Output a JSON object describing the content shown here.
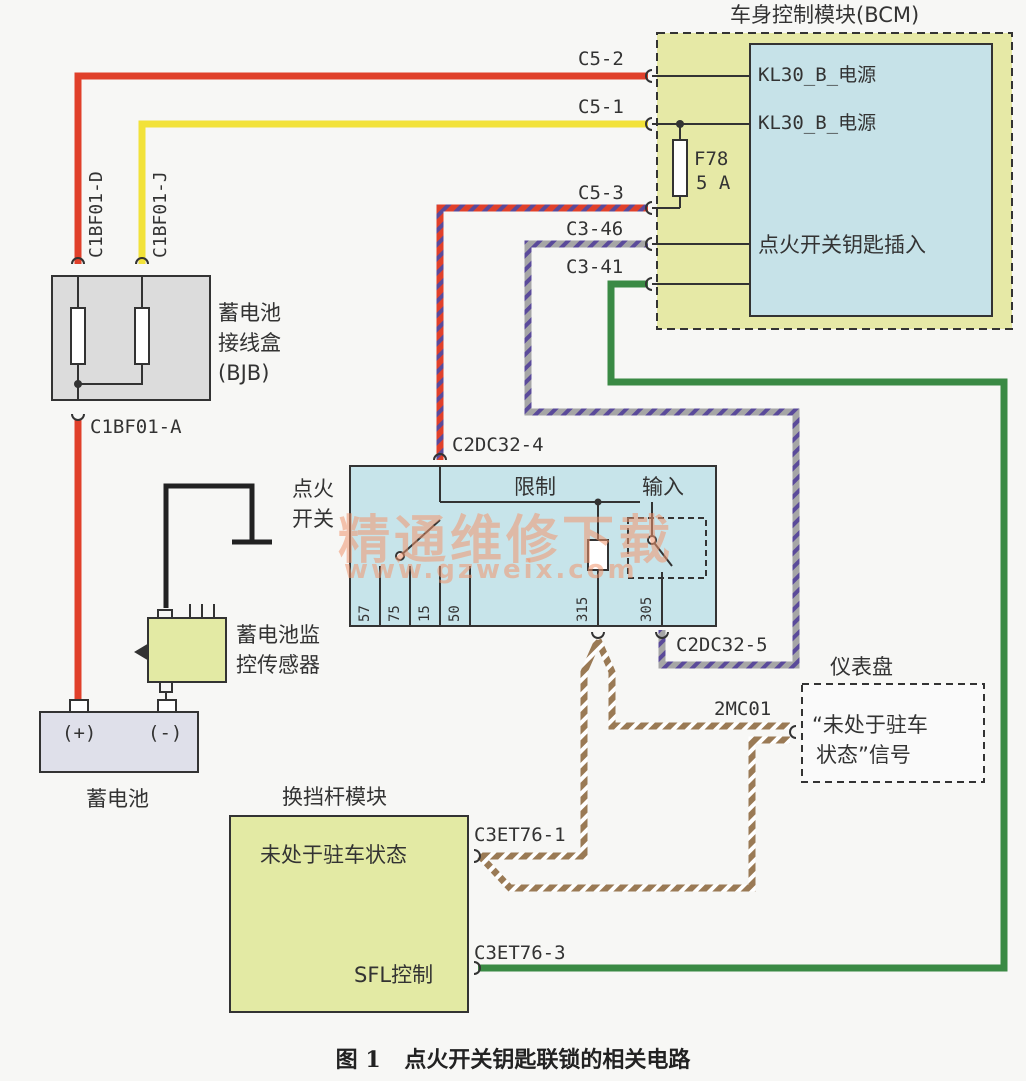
{
  "bcm": {
    "title": "车身控制模块(BCM)",
    "lines": [
      "KL30_B_电源",
      "KL30_B_电源",
      "点火开关钥匙插入"
    ],
    "fuse": [
      "F78",
      "5 A"
    ],
    "connectors": [
      "C5-2",
      "C5-1",
      "C5-3",
      "C3-46",
      "C3-41"
    ]
  },
  "bjb": {
    "name": [
      "蓄电池",
      "接线盒",
      "(BJB)"
    ],
    "conn_top_left": "C1BF01-D",
    "conn_top_right": "C1BF01-J",
    "conn_bottom": "C1BF01-A"
  },
  "ignition": {
    "name": [
      "点火",
      "开关"
    ],
    "connector_top": "C2DC32-4",
    "connector_bottom": "C2DC32-5",
    "limit_label": "限制",
    "input_label": "输入",
    "pins": [
      "57",
      "75",
      "15",
      "50",
      "315",
      "305"
    ]
  },
  "battery_sensor": {
    "name": [
      "蓄电池监",
      "控传感器"
    ]
  },
  "battery": {
    "name": "蓄电池",
    "plus": "(+)",
    "minus": "(-)"
  },
  "cluster": {
    "title": "仪表盘",
    "connector": "2MC01",
    "signal": [
      "“未处于驻车",
      "状态”信号"
    ]
  },
  "gear_module": {
    "title": "换挡杆模块",
    "row1": "未处于驻车状态",
    "row2": "SFL控制",
    "conn1": "C3ET76-1",
    "conn2": "C3ET76-3"
  },
  "watermark": {
    "line1": "精通维修下载",
    "line2": "www.gzweix.com"
  },
  "caption": {
    "fig": "图 1",
    "text": "点火开关钥匙联锁的相关电路"
  },
  "colors": {
    "red": "#e0402a",
    "yellow": "#f2e23a",
    "green": "#3a8a44",
    "purple_stripe": "#5a4a9a",
    "gray": "#a6a6a6",
    "brown": "#9a7a55",
    "bcm_fill": "#c6e2e8",
    "outer_dash_fill": "#e6e9a6",
    "module_fill": "#e3eaa4",
    "switch_fill": "#c7e4ea"
  }
}
